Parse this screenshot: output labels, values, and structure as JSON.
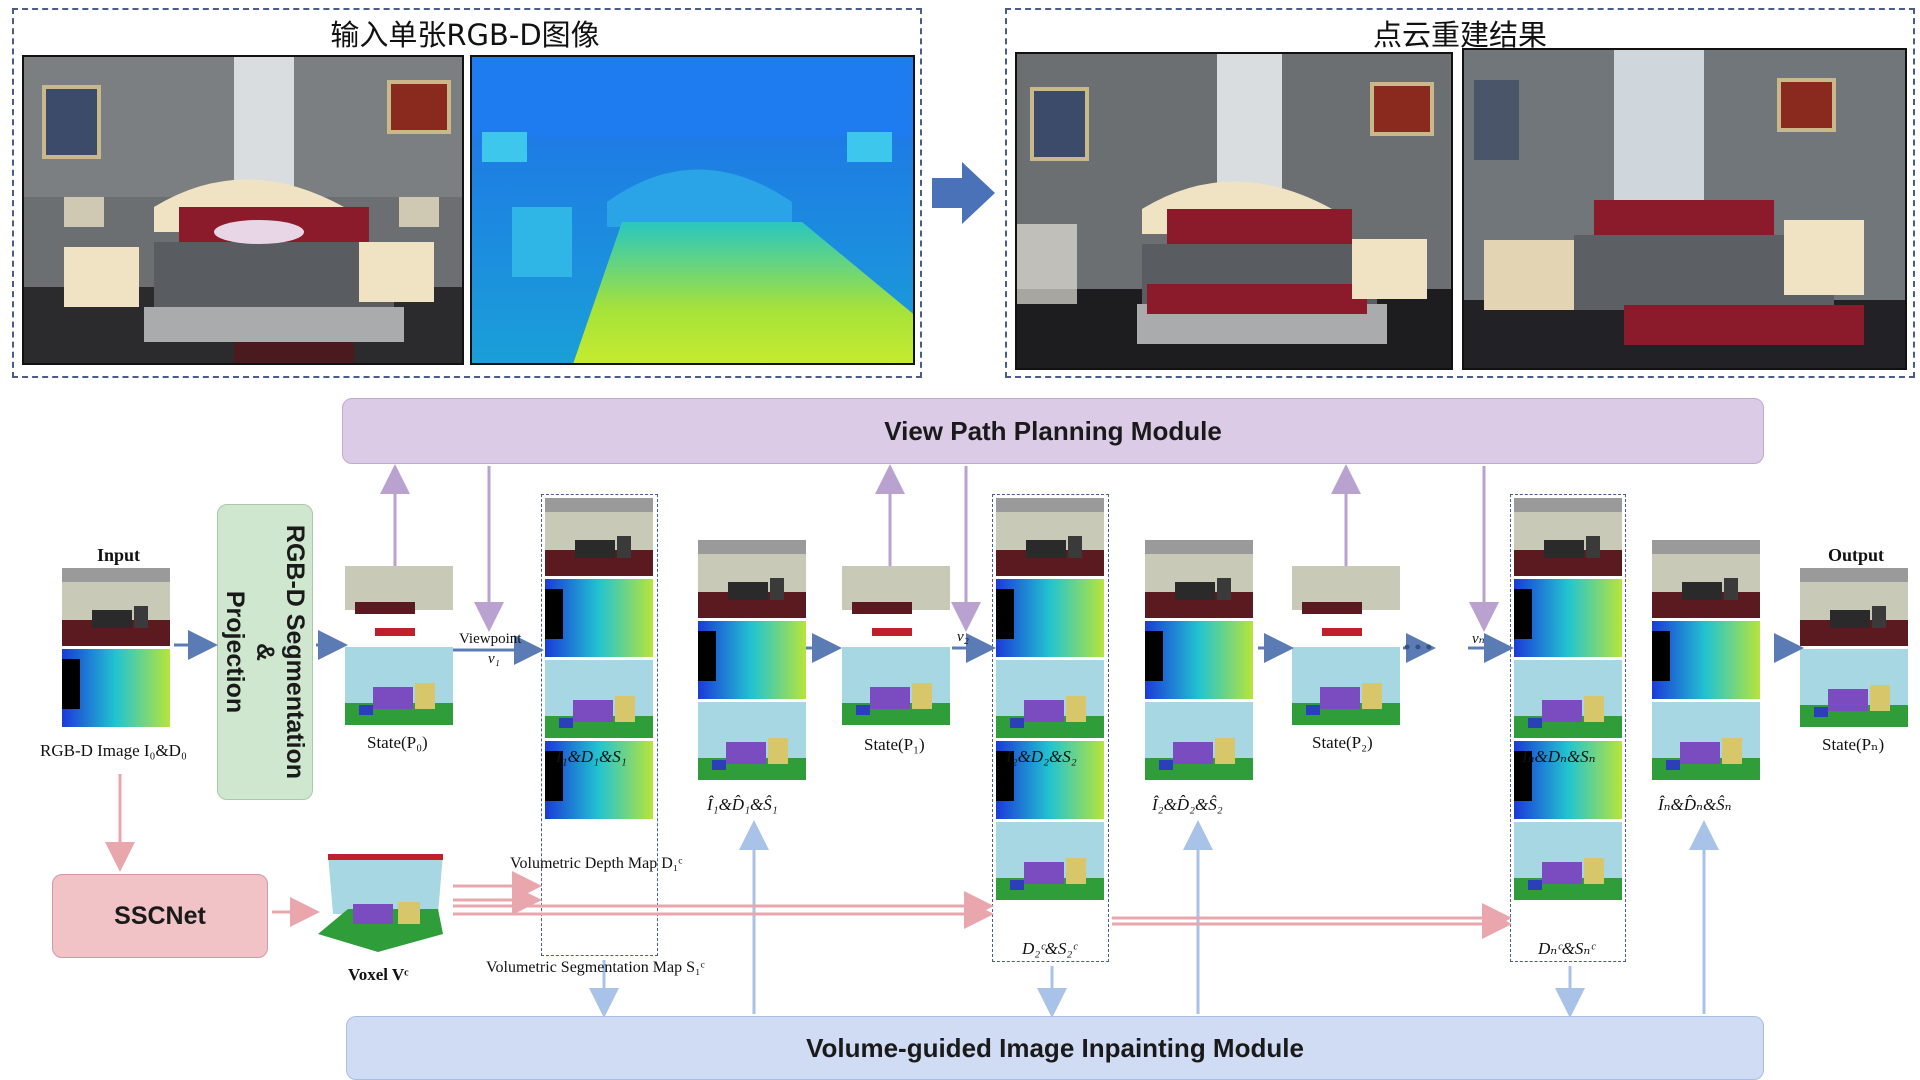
{
  "top": {
    "input_title": "输入单张RGB-D图像",
    "output_title": "点云重建结果"
  },
  "modules": {
    "view_path": "View Path Planning Module",
    "inpainting": "Volume-guided Image Inpainting Module",
    "sscnet": "SSCNet",
    "segmentation_line1": "RGB-D Segmentation",
    "segmentation_line2": "&",
    "segmentation_line3": "Projection"
  },
  "labels": {
    "input": "Input",
    "output": "Output",
    "rgbd_image": "RGB-D Image I₀&D₀",
    "voxel": "Voxel Vᶜ",
    "state0": "State(P₀)",
    "state1": "State(P₁)",
    "state2": "State(P₂)",
    "staten": "State(Pₙ)",
    "viewpoint": "Viewpoint",
    "v1": "v₁",
    "v2": "v₂",
    "vn": "vₙ",
    "ellipsis": "• • •",
    "ids1": "I₁&D₁&S₁",
    "ids2": "I₂&D₂&S₂",
    "idsn": "Iₙ&Dₙ&Sₙ",
    "hat1": "Î₁&D̂₁&Ŝ₁",
    "hat2": "Î₂&D̂₂&Ŝ₂",
    "hatn": "Îₙ&D̂ₙ&Ŝₙ",
    "vol_depth": "Volumetric Depth Map D₁ᶜ",
    "vol_seg": "Volumetric Segmentation Map S₁ᶜ",
    "ds2": "D₂ᶜ&S₂ᶜ",
    "dsn": "Dₙᶜ&Sₙᶜ"
  },
  "colors": {
    "view_module_fill": "#dccbe6",
    "inpaint_module_fill": "#cfdcf3",
    "seg_module_fill": "#cfe6cf",
    "sscnet_fill": "#f1c2c6",
    "purple_arrow": "#b9a2d0",
    "blue_arrow": "#a9c2e8",
    "pink_arrow": "#e9a7ad",
    "flow_arrow": "#5b7bb5",
    "dash_border": "#4a5d8a"
  }
}
